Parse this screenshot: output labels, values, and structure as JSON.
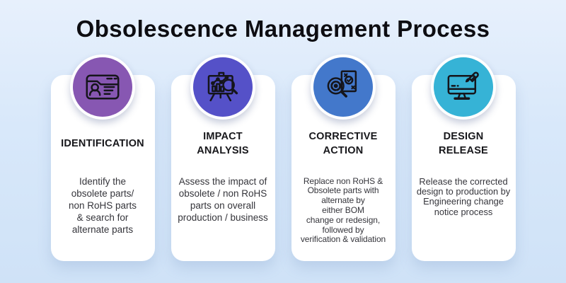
{
  "title": "Obsolescence Management Process",
  "colors": {
    "background_top": "#e7f0fc",
    "background_bottom": "#cfe2f7",
    "card": "#ffffff",
    "title_text": "#0d0d12",
    "heading_text": "#17171b",
    "body_text": "#35353b",
    "icon_stroke": "#15151b"
  },
  "steps": [
    {
      "heading": "IDENTIFICATION",
      "icon": "id-card-icon",
      "circle_color": "#8757b2",
      "description": "Identify  the\nobsolete parts/\nnon RoHS parts\n& search for\nalternate parts"
    },
    {
      "heading": "IMPACT\nANALYSIS",
      "icon": "chart-analysis-icon",
      "circle_color": "#5551c8",
      "description": "Assess the impact of\nobsolete / non RoHS\nparts on overall\nproduction / business"
    },
    {
      "heading": "CORRECTIVE\nACTION",
      "icon": "inspection-gear-icon",
      "circle_color": "#4378cb",
      "description": "Replace non RoHS &\nObsolete parts with\nalternate by\neither BOM\nchange or redesign,\nfollowed by\nverification & validation"
    },
    {
      "heading": "DESIGN\nRELEASE",
      "icon": "monitor-design-icon",
      "circle_color": "#36b3d6",
      "description": "Release the corrected\ndesign to production by\nEngineering change\nnotice process"
    }
  ]
}
